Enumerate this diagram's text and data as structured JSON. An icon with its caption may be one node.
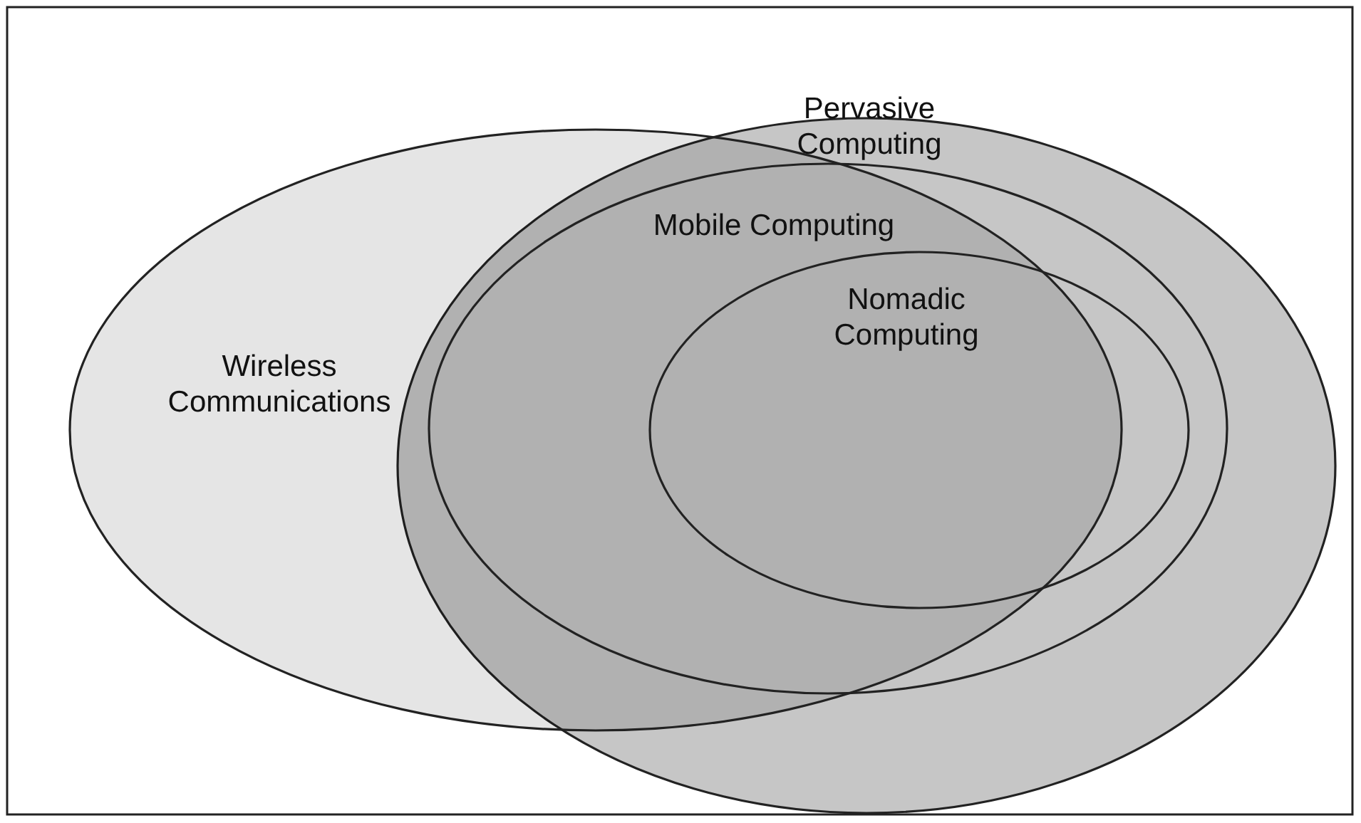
{
  "diagram": {
    "nodes": [
      {
        "text": [
          "Pervasive Computing"
        ]
      },
      {
        "text": [
          "Wireless Communications"
        ]
      },
      {
        "text": [
          "Mobile Computing"
        ],
        "in": 0
      },
      {
        "text": [
          "Nomadic Computing"
        ],
        "in": 2
      }
    ]
  }
}
